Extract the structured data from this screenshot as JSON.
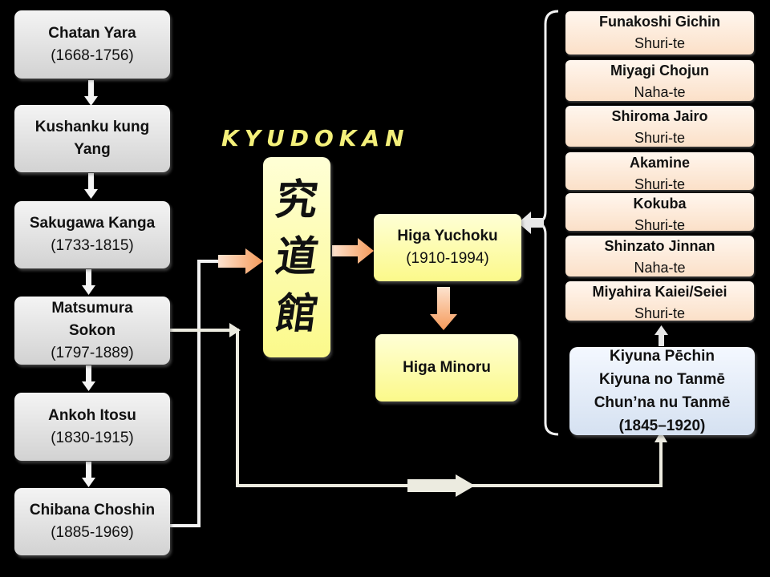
{
  "lineage": [
    {
      "name": "Chatan Yara",
      "dates": "(1668-1756)"
    },
    {
      "name": "Kushanku kung Yang",
      "dates": ""
    },
    {
      "name": "Sakugawa Kanga",
      "dates": "(1733-1815)"
    },
    {
      "name": "Matsumura Sokon",
      "dates": "(1797-1889)"
    },
    {
      "name": "Ankoh Itosu",
      "dates": "(1830-1915)"
    },
    {
      "name": "Chibana Choshin",
      "dates": "(1885-1969)"
    }
  ],
  "school": {
    "title": "KYUDOKAN",
    "kanji": [
      "究",
      "道",
      "館"
    ]
  },
  "higa_yuchoku": {
    "name": "Higa Yuchoku",
    "dates": "(1910-1994)"
  },
  "higa_minoru": {
    "name": "Higa Minoru"
  },
  "students": [
    {
      "name": "Funakoshi Gichin",
      "style": "Shuri-te"
    },
    {
      "name": "Miyagi Chojun",
      "style": "Naha-te"
    },
    {
      "name": "Shiroma Jairo",
      "style": "Shuri-te"
    },
    {
      "name": "Akamine",
      "style": "Shuri-te"
    },
    {
      "name": "Kokuba",
      "style": "Shuri-te"
    },
    {
      "name": "Shinzato Jinnan",
      "style": "Naha-te"
    },
    {
      "name": "Miyahira Kaiei/Seiei",
      "style": "Shuri-te"
    }
  ],
  "kiyuna": {
    "lines": [
      "Kiyuna Pēchin",
      "Kiyuna no Tanmē",
      "Chun’na nu Tanmē",
      "(1845–1920)"
    ]
  },
  "colors": {
    "background": "#000000",
    "lineage_box": "#d9d9d9",
    "kyudokan_box": "#fbf98a",
    "student_box": "#fbe0c8",
    "kiyuna_box": "#d5e1f1",
    "orange_arrow": "#f7a46a",
    "connector": "#f2f2f2"
  }
}
